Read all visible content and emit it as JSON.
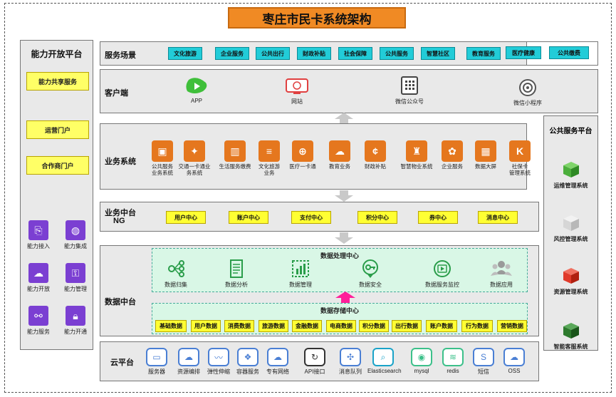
{
  "title": "枣庄市民卡系统架构",
  "left_panel": {
    "title": "能力开放平台",
    "buttons": [
      "能力共享服务",
      "运营门户",
      "合作商门户"
    ],
    "abilities": [
      {
        "label": "能力接入",
        "icon": "plug-icon"
      },
      {
        "label": "能力集成",
        "icon": "globe-icon"
      },
      {
        "label": "能力开放",
        "icon": "cloud-icon"
      },
      {
        "label": "能力管理",
        "icon": "user-lock-icon"
      },
      {
        "label": "能力服务",
        "icon": "share-icon"
      },
      {
        "label": "能力开通",
        "icon": "lock-icon"
      }
    ]
  },
  "right_panel": {
    "title": "公共服务平台",
    "items": [
      {
        "label": "运维管理系统",
        "color": "#4caf3c"
      },
      {
        "label": "风控管理系统",
        "color": "#cfcfcf"
      },
      {
        "label": "资源管理系统",
        "color": "#e03a2a"
      },
      {
        "label": "智能客服系统",
        "color": "#2d7a2d"
      }
    ]
  },
  "scenarios": {
    "label": "服务场景",
    "items": [
      "文化旅游",
      "企业服务",
      "公共出行",
      "财政补贴",
      "社会保障",
      "公共服务",
      "智慧社区",
      "教育服务",
      "医疗健康",
      "公共缴费"
    ]
  },
  "clients": {
    "label": "客户端",
    "items": [
      {
        "label": "APP",
        "icon": "app-icon"
      },
      {
        "label": "网站",
        "icon": "website-icon"
      },
      {
        "label": "微信公众号",
        "icon": "wechat-official-icon"
      },
      {
        "label": "微信小程序",
        "icon": "mini-program-icon"
      }
    ]
  },
  "business": {
    "label": "业务系统",
    "items": [
      {
        "label": "公共服务\n业务系统",
        "glyph": "▣"
      },
      {
        "label": "交通一卡通业\n务系统",
        "glyph": "✦"
      },
      {
        "label": "生活服务缴费",
        "glyph": "▥"
      },
      {
        "label": "文化旅游\n业务",
        "glyph": "≡"
      },
      {
        "label": "医疗一卡通",
        "glyph": "⊕"
      },
      {
        "label": "教育业务",
        "glyph": "☁"
      },
      {
        "label": "财政补贴",
        "glyph": "¢"
      },
      {
        "label": "智慧物业系统",
        "glyph": "♜"
      },
      {
        "label": "企业服务",
        "glyph": "✿"
      },
      {
        "label": "数据大屏",
        "glyph": "▦"
      },
      {
        "label": "社保卡\n管理系统",
        "glyph": "K"
      }
    ]
  },
  "middle": {
    "label": "业务中台",
    "sub": "NG",
    "items": [
      "用户中心",
      "账户中心",
      "支付中心",
      "积分中心",
      "券中心",
      "消息中心"
    ]
  },
  "data_platform": {
    "label": "数据中台",
    "processing_title": "数据处理中心",
    "processing": [
      {
        "label": "数据归集",
        "icon": "collect-icon"
      },
      {
        "label": "数据分析",
        "icon": "analysis-icon"
      },
      {
        "label": "数据管理",
        "icon": "manage-icon"
      },
      {
        "label": "数据安全",
        "icon": "security-icon"
      },
      {
        "label": "数据服务监控",
        "icon": "monitor-icon"
      },
      {
        "label": "数据应用",
        "icon": "users-icon"
      }
    ],
    "storage_title": "数据存储中心",
    "storage": [
      "基础数据",
      "用户数据",
      "消费数据",
      "旅游数据",
      "金融数据",
      "电商数据",
      "积分数据",
      "出行数据",
      "账户数据",
      "行为数据",
      "营销数据"
    ]
  },
  "cloud": {
    "label": "云平台",
    "items": [
      {
        "label": "服务器",
        "glyph": "▭",
        "color": "#4a7fd4"
      },
      {
        "label": "资源编排",
        "glyph": "☁",
        "color": "#4a7fd4"
      },
      {
        "label": "弹性伸缩",
        "glyph": "〰",
        "color": "#4a7fd4"
      },
      {
        "label": "容器服务",
        "glyph": "❖",
        "color": "#4a7fd4"
      },
      {
        "label": "专有网络",
        "glyph": "☁",
        "color": "#4a7fd4"
      },
      {
        "label": "API接口",
        "glyph": "↻",
        "color": "#333333"
      },
      {
        "label": "消息队列",
        "glyph": "✣",
        "color": "#4a7fd4"
      },
      {
        "label": "Elasticsearch",
        "glyph": "⌕",
        "color": "#1aa3c8"
      },
      {
        "label": "mysql",
        "glyph": "◉",
        "color": "#3cc08a"
      },
      {
        "label": "redis",
        "glyph": "≋",
        "color": "#3cc08a"
      },
      {
        "label": "短信",
        "glyph": "S",
        "color": "#4a7fd4"
      },
      {
        "label": "OSS",
        "glyph": "☁",
        "color": "#4a7fd4"
      }
    ]
  }
}
